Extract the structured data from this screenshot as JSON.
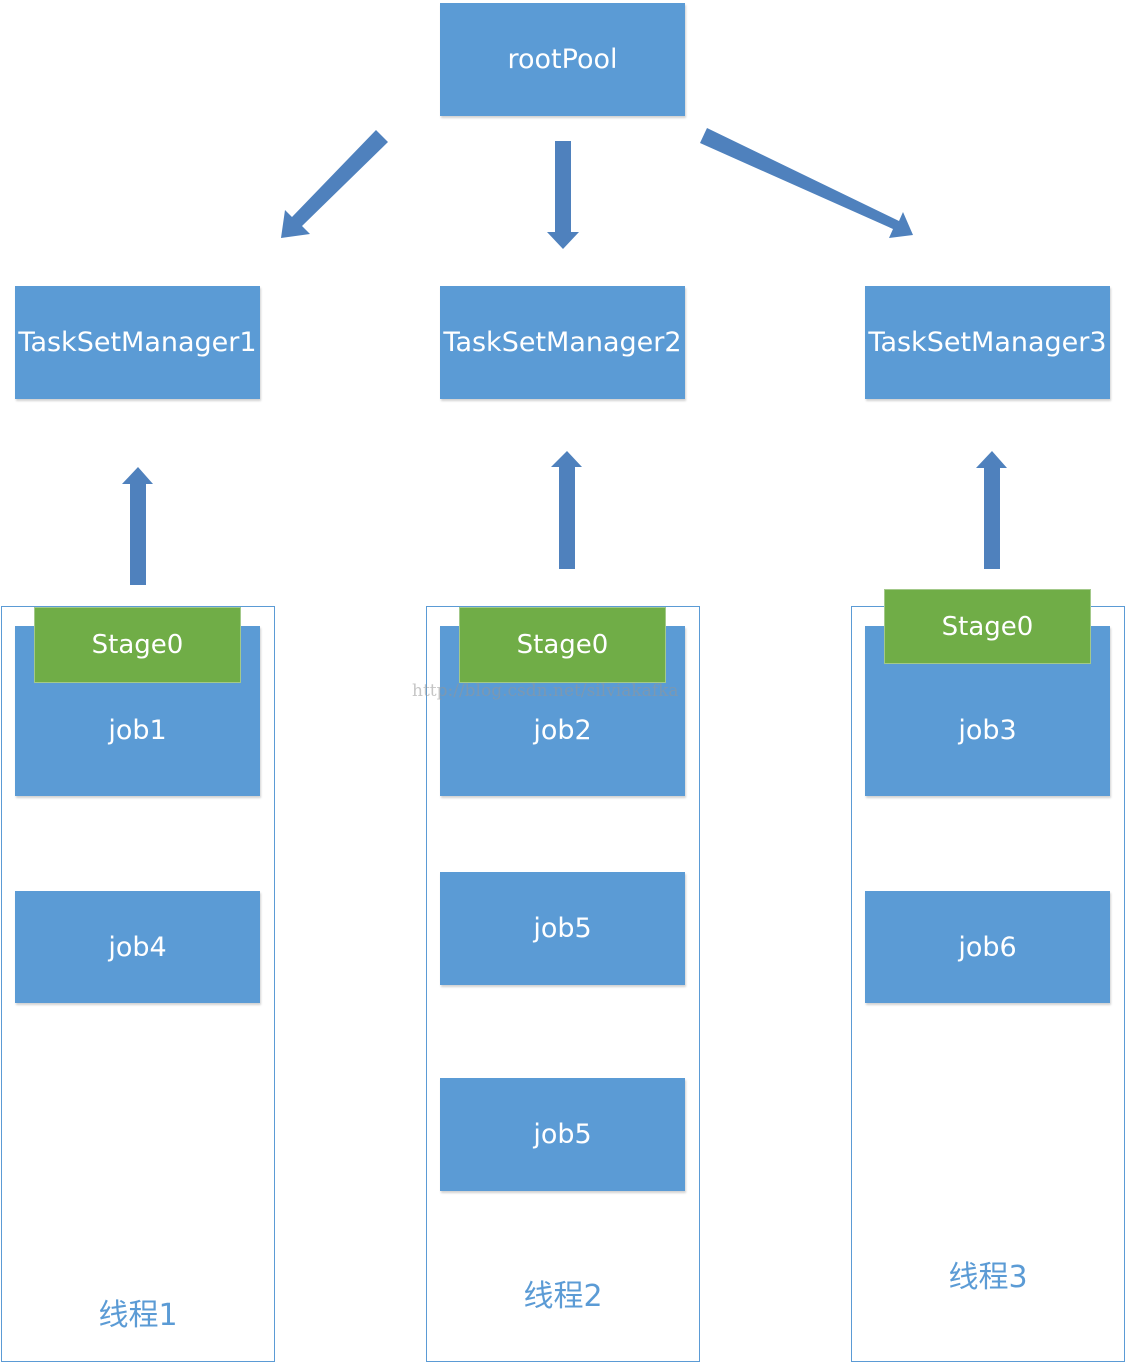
{
  "root": {
    "label": "rootPool"
  },
  "managers": [
    {
      "label": "TaskSetManager1"
    },
    {
      "label": "TaskSetManager2"
    },
    {
      "label": "TaskSetManager3"
    }
  ],
  "threads": [
    {
      "label": "线程1",
      "stage": "Stage0",
      "jobs": [
        "job1",
        "job4"
      ]
    },
    {
      "label": "线程2",
      "stage": "Stage0",
      "jobs": [
        "job2",
        "job5",
        "job5"
      ]
    },
    {
      "label": "线程3",
      "stage": "Stage0",
      "jobs": [
        "job3",
        "job6"
      ]
    }
  ],
  "watermark": "http://blog.csdn.net/silviakafka",
  "colors": {
    "box": "#5b9bd5",
    "stage": "#70ad47",
    "arrow": "#4f81bd"
  }
}
